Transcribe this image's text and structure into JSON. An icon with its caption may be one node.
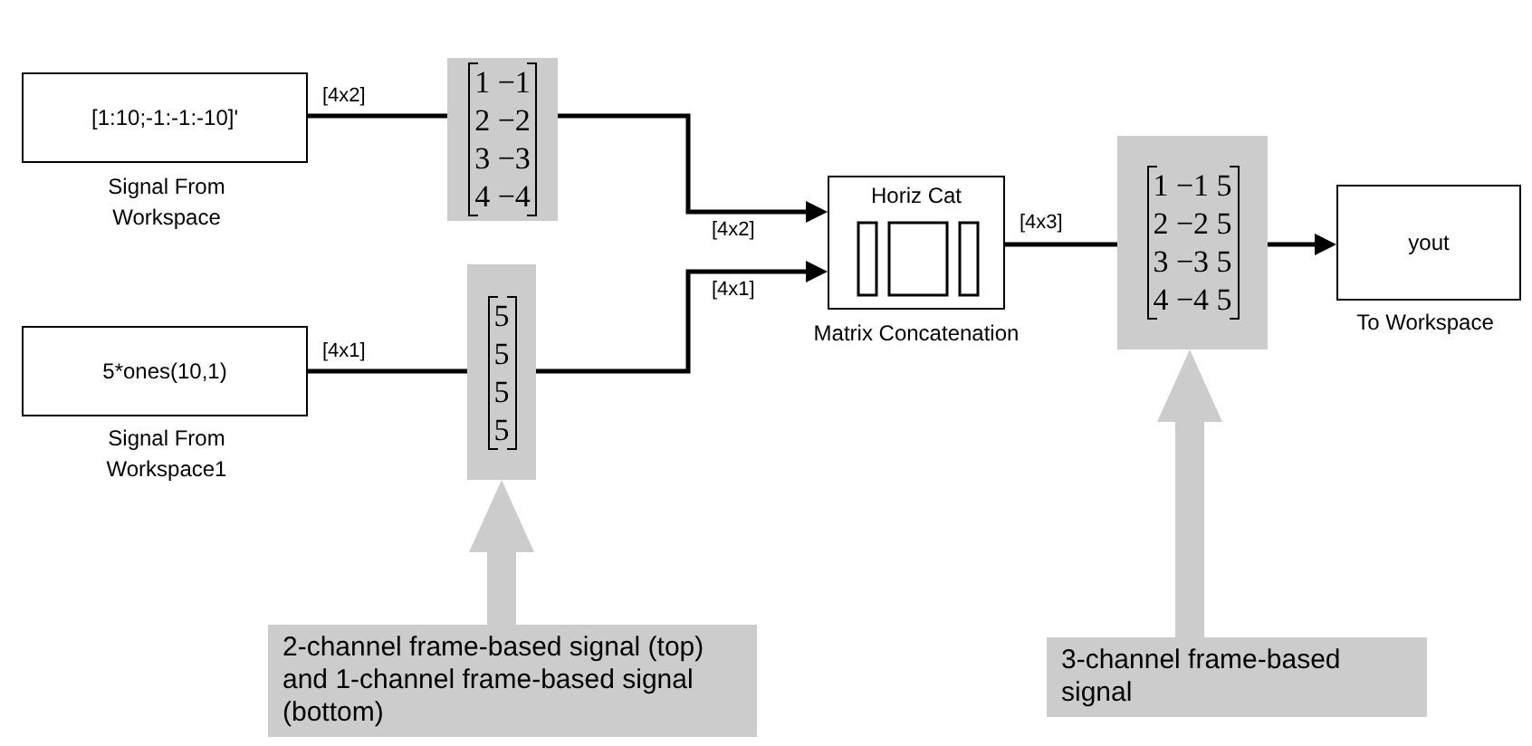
{
  "diagram": {
    "nodes": [
      {
        "text": [
          "[1:10;-1:-1:-10]'"
        ],
        "beside": [
          "Signal From Workspace"
        ]
      },
      {
        "text": [
          "1 −1",
          "2 −2",
          "3 −3",
          "4 −4"
        ]
      },
      {
        "text": [
          "5*ones(10,1)"
        ],
        "beside": [
          "Signal From Workspace1"
        ]
      },
      {
        "text": [
          "5",
          "5",
          "5",
          "5"
        ]
      },
      {
        "text": [
          "Horiz Cat"
        ],
        "beside": [
          "Matrix Concatenation"
        ]
      },
      {
        "text": [
          "1 −1 5",
          "2 −2 5",
          "3 −3 5",
          "4 −4 5"
        ]
      },
      {
        "text": [
          "yout"
        ],
        "beside": [
          "To Workspace"
        ]
      },
      {
        "text": [
          "2-channel frame-based signal (top) and 1-channel frame-based signal (bottom)"
        ]
      },
      {
        "text": [
          "3-channel frame-based signal"
        ]
      }
    ],
    "edges": [
      {
        "from": 0,
        "to": 1,
        "arrow": "none",
        "label": "[4x2]"
      },
      {
        "from": 1,
        "to": 4,
        "arrow": "to",
        "label": "[4x2]"
      },
      {
        "from": 2,
        "to": 3,
        "arrow": "none",
        "label": "[4x1]"
      },
      {
        "from": 3,
        "to": 4,
        "arrow": "to",
        "label": "[4x1]"
      },
      {
        "from": 4,
        "to": 5,
        "arrow": "none",
        "label": "[4x3]"
      },
      {
        "from": 5,
        "to": 6,
        "arrow": "to"
      },
      {
        "from": 7,
        "to": 3,
        "arrow": "to",
        "style": "thick",
        "color": "#cccccc"
      },
      {
        "from": 8,
        "to": 5,
        "arrow": "to",
        "style": "thick",
        "color": "#cccccc"
      }
    ]
  }
}
